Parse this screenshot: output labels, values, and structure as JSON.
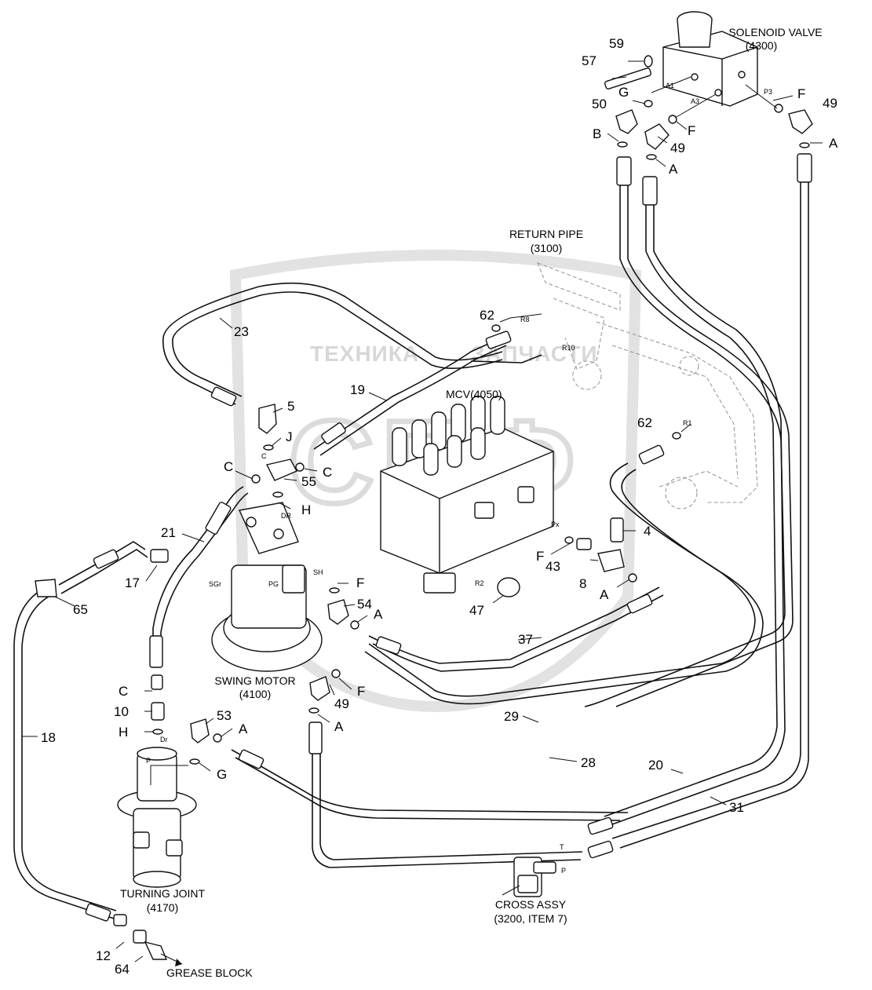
{
  "watermark": {
    "text_left": "ТЕХНИКА",
    "text_right": "ЗАПЧАСТИ",
    "logo_letters": "СПФ"
  },
  "components": {
    "solenoid_valve": {
      "name": "SOLENOID VALVE",
      "code": "(4300)"
    },
    "return_pipe": {
      "name": "RETURN PIPE",
      "code": "(3100)"
    },
    "mcv": {
      "name": "MCV(4050)"
    },
    "swing_motor": {
      "name": "SWING MOTOR",
      "code": "(4100)"
    },
    "turning_joint": {
      "name": "TURNING JOINT",
      "code": "(4170)"
    },
    "cross_assy": {
      "name": "CROSS ASSY",
      "code": "(3200, ITEM 7)"
    },
    "grease_block": {
      "name": "GREASE BLOCK"
    }
  },
  "port_labels": {
    "a1": "A1",
    "a3": "A3",
    "p3": "P3",
    "r8": "R8",
    "r10": "R10",
    "r1": "R1",
    "px": "Px",
    "r2": "R2",
    "dr_swing": "DR",
    "c_port": "C",
    "sh": "SH",
    "pg": "PG",
    "sgr": "SGr",
    "dr_joint": "Dr",
    "p_joint": "P",
    "t_cross": "T",
    "p_cross": "P"
  },
  "callouts": {
    "n59": "59",
    "n57": "57",
    "g_top": "G",
    "n50": "50",
    "b_top": "B",
    "n49_mid": "49",
    "f_mid": "F",
    "a_mid": "A",
    "f_right": "F",
    "n49_right": "49",
    "a_right": "A",
    "n23": "23",
    "n62_top": "62",
    "n19": "19",
    "n5": "5",
    "j": "J",
    "c_left": "C",
    "c_right": "C",
    "n55": "55",
    "h_top": "H",
    "n62_right": "62",
    "n4": "4",
    "n21": "21",
    "f_43": "F",
    "n43": "43",
    "n8": "8",
    "a_8": "A",
    "n17": "17",
    "n65": "65",
    "f_54": "F",
    "n54": "54",
    "a_54": "A",
    "n47": "47",
    "n37": "37",
    "f_49": "F",
    "n49_low": "49",
    "a_49": "A",
    "c_low": "C",
    "n10": "10",
    "h_low": "H",
    "n18": "18",
    "n53": "53",
    "a_53": "A",
    "g_low": "G",
    "n29": "29",
    "n28": "28",
    "n20": "20",
    "n31": "31",
    "n12": "12",
    "n64": "64"
  }
}
